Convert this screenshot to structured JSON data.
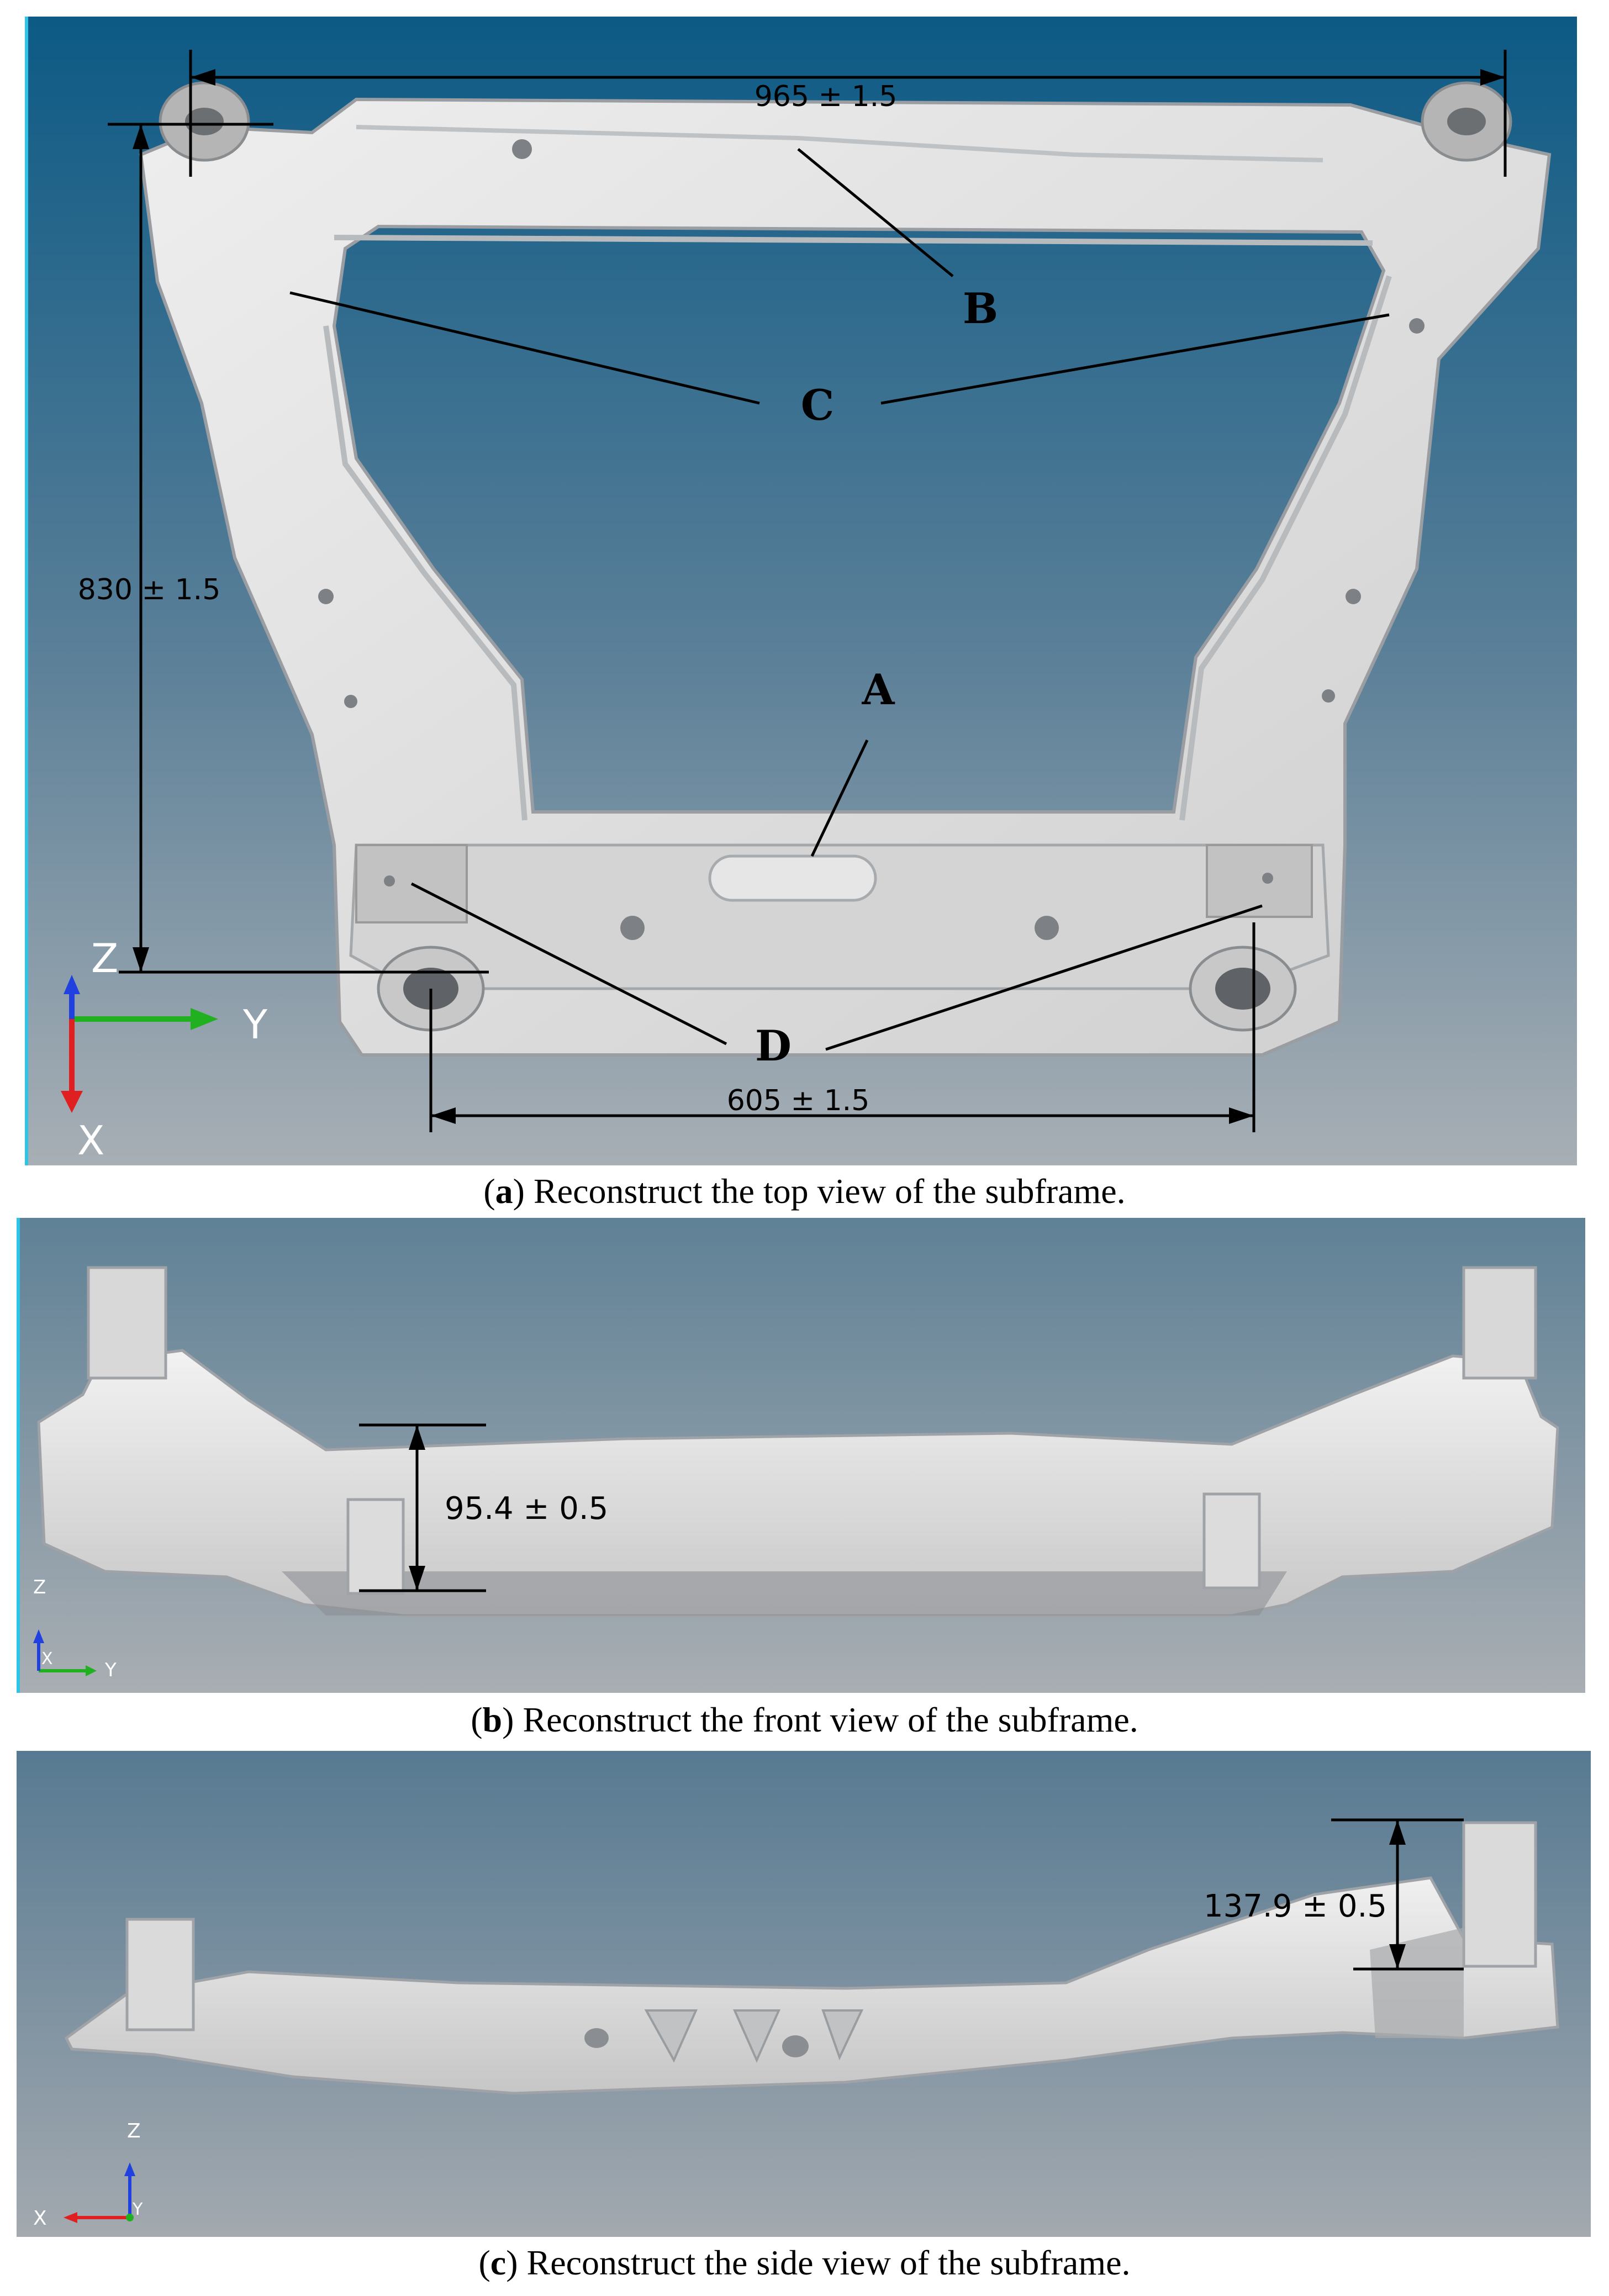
{
  "figure": {
    "panel_a": {
      "caption_letter": "a",
      "caption_text": " Reconstruct the top view of the subframe.",
      "dimensions": {
        "width_top": "965 ± 1.5",
        "length": "830 ± 1.5",
        "width_bottom": "605 ± 1.5"
      },
      "labels": {
        "a": "A",
        "b": "B",
        "c": "C",
        "d": "D"
      },
      "axes": {
        "z": "Z",
        "y": "Y",
        "x": "X"
      }
    },
    "panel_b": {
      "caption_letter": "b",
      "caption_text": " Reconstruct the front view of the subframe.",
      "dimensions": {
        "height": "95.4 ± 0.5"
      },
      "axes": {
        "z": "Z",
        "x": "X",
        "y": "Y"
      }
    },
    "panel_c": {
      "caption_letter": "c",
      "caption_text": " Reconstruct the side view of the subframe.",
      "dimensions": {
        "height": "137.9 ± 0.5"
      },
      "axes": {
        "z": "Z",
        "x": "X",
        "y": "Y"
      }
    }
  },
  "colors": {
    "bg_top": "#0b5a84",
    "bg_bottom": "#a9b0b6",
    "part": "#dcdcdc",
    "part_shadow": "#9fa3a7",
    "axis_x": "#e02020",
    "axis_y": "#20b020",
    "axis_z": "#2040e0"
  }
}
